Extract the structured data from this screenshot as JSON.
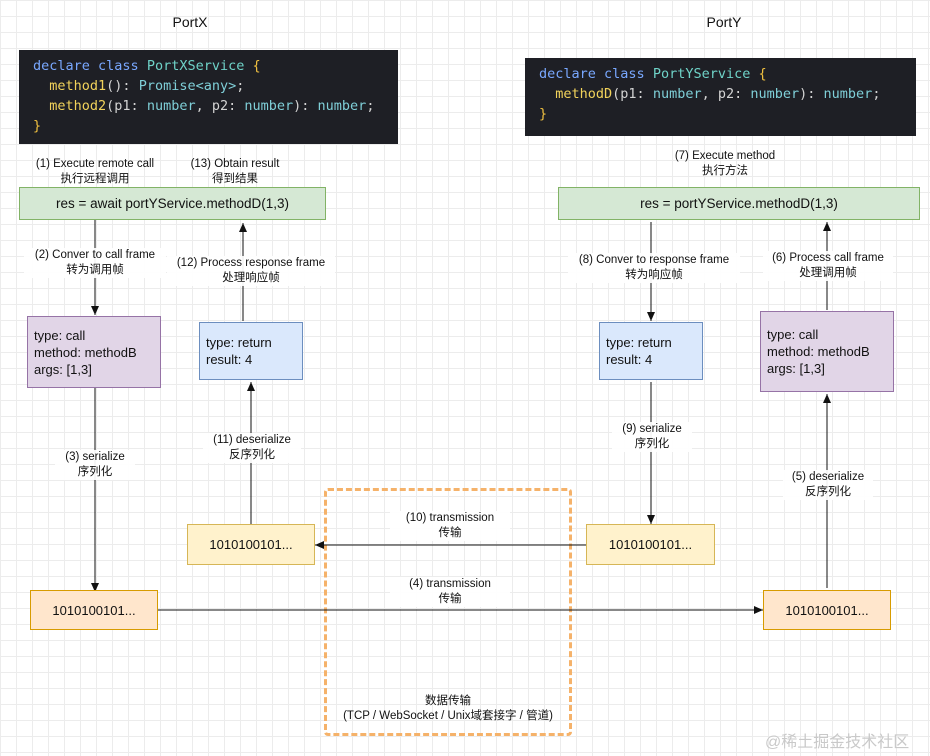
{
  "titles": {
    "left": "PortX",
    "right": "PortY"
  },
  "code_left": {
    "line1": {
      "kw": "declare class",
      "name": "PortXService",
      "brace": "{"
    },
    "line2": {
      "fn": "method1",
      "mid": "(): ",
      "type": "Promise<any>",
      "end": ";"
    },
    "line3": {
      "fn": "method2",
      "a": "(p1: ",
      "t1": "number",
      "b": ", p2: ",
      "t2": "number",
      "c": "): ",
      "t3": "number",
      "end": ";"
    },
    "line4": {
      "brace": "}"
    }
  },
  "code_right": {
    "line1": {
      "kw": "declare class",
      "name": "PortYService",
      "brace": "{"
    },
    "line2": {
      "fn": "methodD",
      "a": "(p1: ",
      "t1": "number",
      "b": ", p2: ",
      "t2": "number",
      "c": "): ",
      "t3": "number",
      "end": ";"
    },
    "line3": {
      "brace": "}"
    }
  },
  "nodes": {
    "left_call": "res = await portYService.methodD(1,3)",
    "right_call": "res = portYService.methodD(1,3)",
    "left_frame": {
      "type": "type: call",
      "method": "method: methodB",
      "args": "args: [1,3]"
    },
    "right_frame": {
      "type": "type: call",
      "method": "method: methodB",
      "args": "args: [1,3]"
    },
    "left_return": {
      "type": "type: return",
      "result": "result: 4"
    },
    "right_return": {
      "type": "type: return",
      "result": "result: 4"
    },
    "bits_left_top": "1010100101...",
    "bits_right_top": "1010100101...",
    "bits_left_bottom": "1010100101...",
    "bits_right_bottom": "1010100101..."
  },
  "labels": {
    "s1": {
      "en": "(1) Execute remote call",
      "zh": "执行远程调用"
    },
    "s13": {
      "en": "(13) Obtain result",
      "zh": "得到结果"
    },
    "s7": {
      "en": "(7) Execute method",
      "zh": "执行方法"
    },
    "s2": {
      "en": "(2) Conver to call frame",
      "zh": "转为调用帧"
    },
    "s12": {
      "en": "(12) Process response frame",
      "zh": "处理响应帧"
    },
    "s8": {
      "en": "(8) Conver to response frame",
      "zh": "转为响应帧"
    },
    "s6": {
      "en": "(6) Process call frame",
      "zh": "处理调用帧"
    },
    "s3": {
      "en": "(3) serialize",
      "zh": "序列化"
    },
    "s11": {
      "en": "(11) deserialize",
      "zh": "反序列化"
    },
    "s9": {
      "en": "(9) serialize",
      "zh": "序列化"
    },
    "s5": {
      "en": "(5) deserialize",
      "zh": "反序列化"
    },
    "s10": {
      "en": "(10) transmission",
      "zh": "传输"
    },
    "s4": {
      "en": "(4) transmission",
      "zh": "传输"
    }
  },
  "transport": {
    "title": "数据传输",
    "detail": "(TCP / WebSocket / Unix域套接字 / 管道)"
  },
  "watermark": "@稀土掘金技术社区"
}
